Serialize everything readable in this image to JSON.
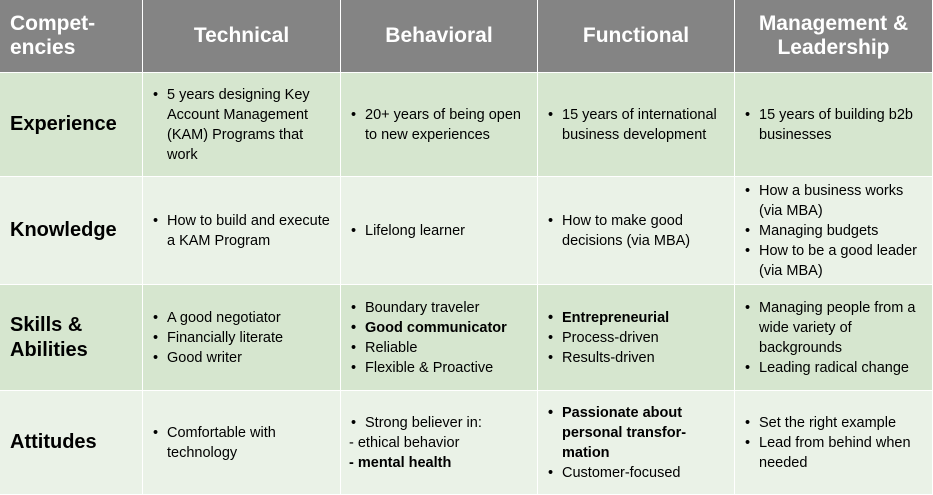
{
  "header": {
    "corner": "Compet-\nencies",
    "columns": [
      "Technical",
      "Behavioral",
      "Functional",
      "Management &\nLeadership"
    ]
  },
  "rows": [
    {
      "label": "Experience",
      "cells": [
        [
          {
            "text": "5 years designing Key Account Management (KAM) Programs that work"
          }
        ],
        [
          {
            "text": "20+ years of being open to new experiences"
          }
        ],
        [
          {
            "text": "15 years of international business development"
          }
        ],
        [
          {
            "text": "15 years of building b2b businesses"
          }
        ]
      ]
    },
    {
      "label": "Knowledge",
      "cells": [
        [
          {
            "text": "How to build and execute a KAM Program"
          }
        ],
        [
          {
            "text": "Lifelong learner"
          }
        ],
        [
          {
            "text": "How to make good decisions (via MBA)"
          }
        ],
        [
          {
            "text": "How a business works (via MBA)"
          },
          {
            "text": "Managing budgets"
          },
          {
            "text": "How to be a good leader (via MBA)"
          }
        ]
      ]
    },
    {
      "label": "Skills &\nAbilities",
      "cells": [
        [
          {
            "text": "A good negotiator"
          },
          {
            "text": "Financially literate"
          },
          {
            "text": "Good writer"
          }
        ],
        [
          {
            "text": "Boundary traveler"
          },
          {
            "text": "Good communicator",
            "bold": true
          },
          {
            "text": "Reliable"
          },
          {
            "text": "Flexible & Proactive"
          }
        ],
        [
          {
            "text": "Entrepreneurial",
            "bold": true
          },
          {
            "text": "Process-driven"
          },
          {
            "text": "Results-driven"
          }
        ],
        [
          {
            "text": "Managing people from a wide variety of backgrounds"
          },
          {
            "text": "Leading radical  change"
          }
        ]
      ]
    },
    {
      "label": "Attitudes",
      "cells": [
        [
          {
            "text": "Comfortable with technology"
          }
        ],
        [
          {
            "text": "Strong believer in:"
          },
          {
            "text": "- ethical behavior",
            "sub": true
          },
          {
            "text": "- mental health",
            "sub": true,
            "bold": true
          }
        ],
        [
          {
            "text": "Passionate about personal transfor-mation",
            "bold": true
          },
          {
            "text": "Customer-focused"
          }
        ],
        [
          {
            "text": "Set the right example"
          },
          {
            "text": "Lead from behind when needed"
          }
        ]
      ]
    }
  ],
  "colors": {
    "header_bg": "#848484",
    "header_text": "#ffffff",
    "row_dark": "#d6e6cf",
    "row_light": "#eaf2e7"
  }
}
